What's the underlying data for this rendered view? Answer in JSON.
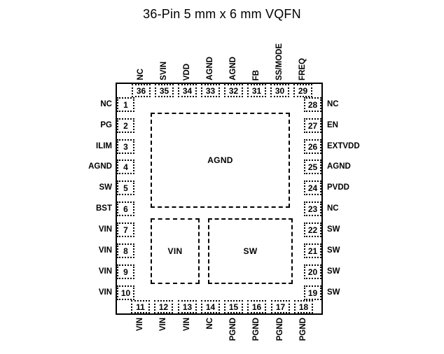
{
  "title": "36-Pin 5 mm x 6 mm VQFN",
  "colors": {
    "ink": "#000000",
    "background": "#ffffff"
  },
  "package": {
    "top_pins": [
      {
        "num": "36",
        "label": "NC"
      },
      {
        "num": "35",
        "label": "SVIN"
      },
      {
        "num": "34",
        "label": "VDD"
      },
      {
        "num": "33",
        "label": "AGND"
      },
      {
        "num": "32",
        "label": "AGND"
      },
      {
        "num": "31",
        "label": "FB"
      },
      {
        "num": "30",
        "label": "SS/MODE"
      },
      {
        "num": "29",
        "label": "FREQ"
      }
    ],
    "left_pins": [
      {
        "num": "1",
        "label": "NC"
      },
      {
        "num": "2",
        "label": "PG"
      },
      {
        "num": "3",
        "label": "ILIM"
      },
      {
        "num": "4",
        "label": "AGND"
      },
      {
        "num": "5",
        "label": "SW"
      },
      {
        "num": "6",
        "label": "BST"
      },
      {
        "num": "7",
        "label": "VIN"
      },
      {
        "num": "8",
        "label": "VIN"
      },
      {
        "num": "9",
        "label": "VIN"
      },
      {
        "num": "10",
        "label": "VIN"
      }
    ],
    "right_pins": [
      {
        "num": "28",
        "label": "NC"
      },
      {
        "num": "27",
        "label": "EN"
      },
      {
        "num": "26",
        "label": "EXTVDD"
      },
      {
        "num": "25",
        "label": "AGND"
      },
      {
        "num": "24",
        "label": "PVDD"
      },
      {
        "num": "23",
        "label": "NC"
      },
      {
        "num": "22",
        "label": "SW"
      },
      {
        "num": "21",
        "label": "SW"
      },
      {
        "num": "20",
        "label": "SW"
      },
      {
        "num": "19",
        "label": "SW"
      }
    ],
    "bottom_pins": [
      {
        "num": "11",
        "label": "VIN"
      },
      {
        "num": "12",
        "label": "VIN"
      },
      {
        "num": "13",
        "label": "VIN"
      },
      {
        "num": "14",
        "label": "NC"
      },
      {
        "num": "15",
        "label": "PGND"
      },
      {
        "num": "16",
        "label": "PGND"
      },
      {
        "num": "17",
        "label": "PGND"
      },
      {
        "num": "18",
        "label": "PGND"
      }
    ],
    "center_pads": [
      {
        "id": "agnd",
        "label": "AGND"
      },
      {
        "id": "vin",
        "label": "VIN"
      },
      {
        "id": "sw",
        "label": "SW"
      }
    ]
  }
}
